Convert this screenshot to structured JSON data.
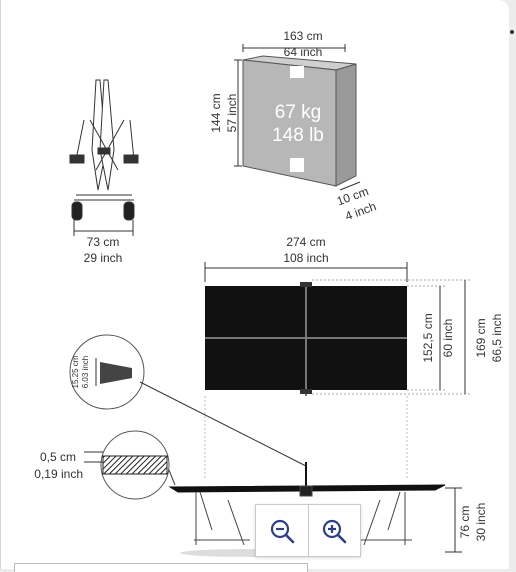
{
  "folded": {
    "width": "163 cm",
    "width_in": "64 inch",
    "height": "144 cm",
    "height_in": "57 inch",
    "weight_kg": "67 kg",
    "weight_lb": "148 lb",
    "depth": "10 cm",
    "depth_in": "4 inch"
  },
  "side": {
    "width": "73 cm",
    "width_in": "29 inch"
  },
  "table": {
    "length": "274 cm",
    "length_in": "108 inch",
    "width": "152,5 cm",
    "width_in": "60 inch",
    "overall": "169 cm",
    "overall_in": "66,5 inch",
    "height": "76 cm",
    "height_in": "30 inch"
  },
  "net": {
    "height": "15.25 cm",
    "height_in": "6.03 inch"
  },
  "top": {
    "thickness": "0,5 cm",
    "thickness_in": "0,19 inch"
  },
  "zoom": {
    "out_icon": "zoom-out-icon",
    "in_icon": "zoom-in-icon"
  },
  "colors": {
    "accent": "#2c3f8a",
    "box": "#b7b7b7",
    "table": "#111111"
  }
}
